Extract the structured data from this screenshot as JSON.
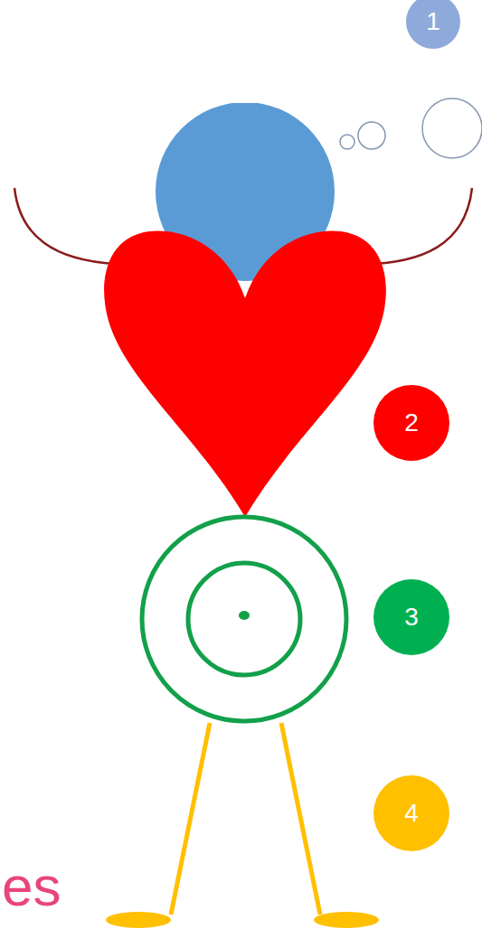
{
  "diagram": {
    "nodes": [
      {
        "text": [
          "1"
        ]
      },
      {
        "text": [
          "2"
        ]
      },
      {
        "text": [
          "3"
        ]
      },
      {
        "text": [
          "4"
        ]
      }
    ],
    "labels": [
      "es"
    ]
  }
}
